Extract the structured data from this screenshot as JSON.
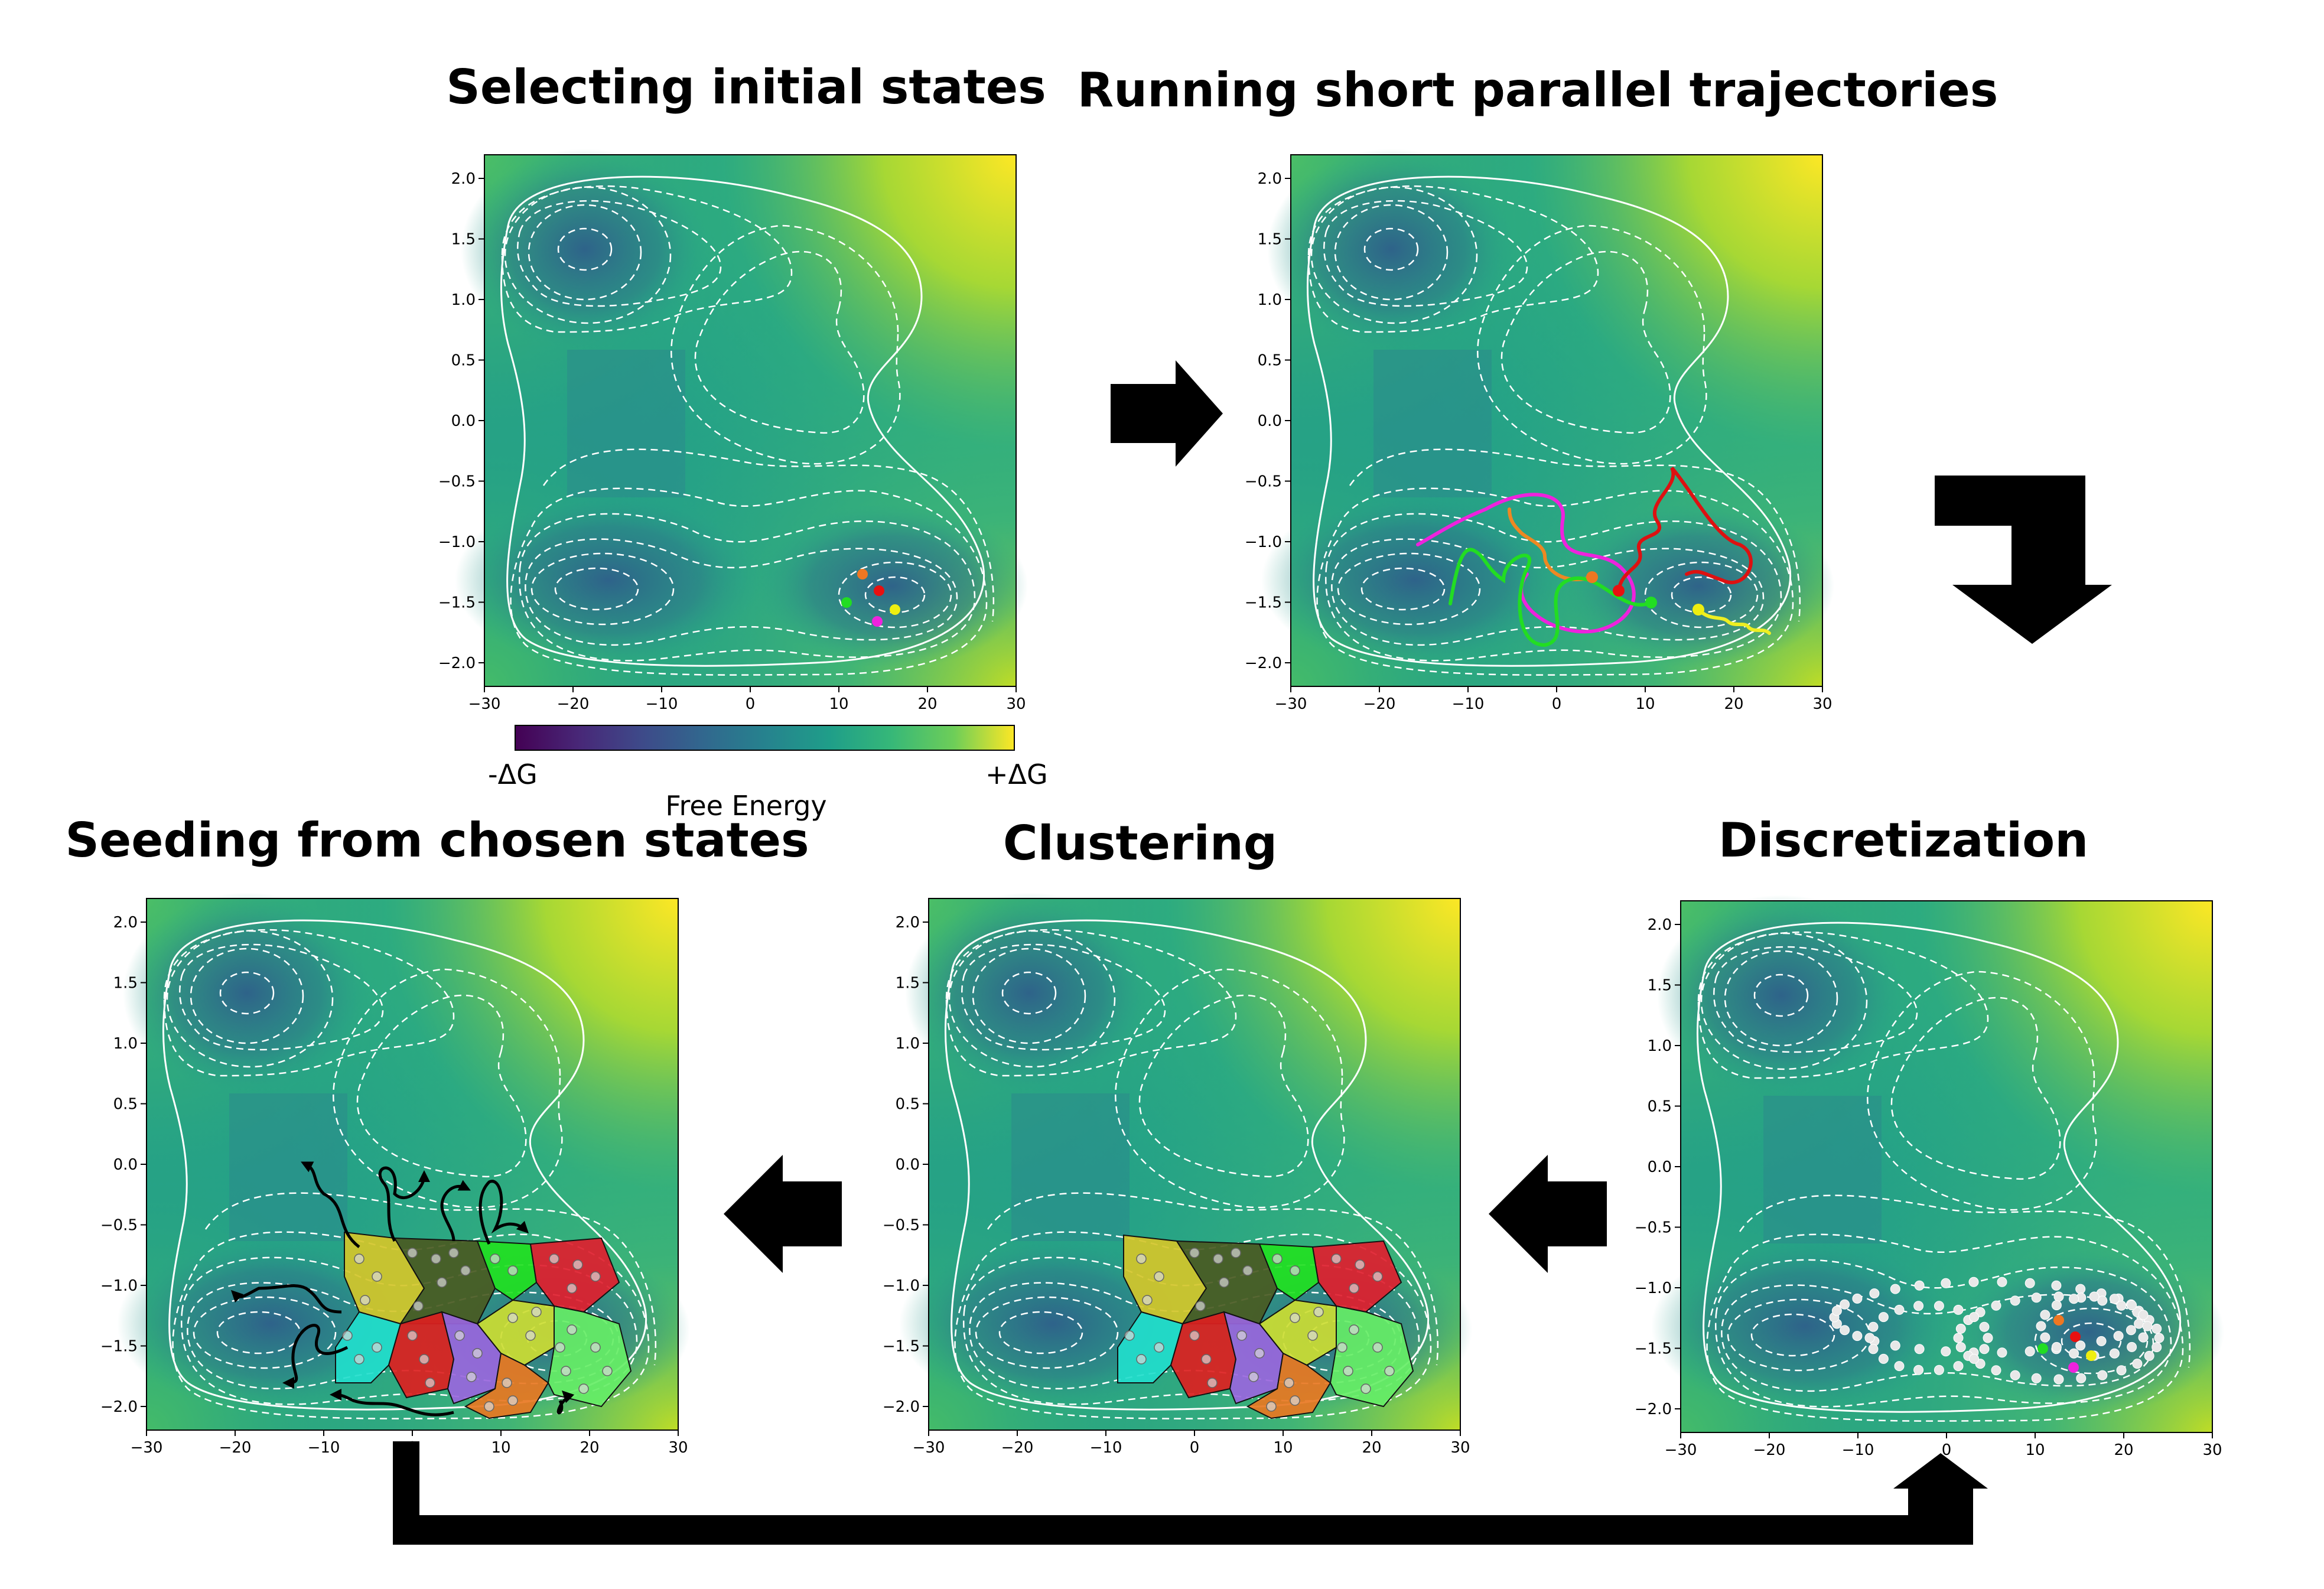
{
  "titles": {
    "selecting": "Selecting initial states",
    "running": "Running short parallel trajectories",
    "seeding": "Seeding from chosen states",
    "clustering": "Clustering",
    "discretization": "Discretization"
  },
  "axes": {
    "x_ticks": [
      "−30",
      "−20",
      "−10",
      "0",
      "10",
      "20",
      "30"
    ],
    "y_ticks": [
      "2.0",
      "1.5",
      "1.0",
      "0.5",
      "0.0",
      "−0.5",
      "−1.0",
      "−1.5",
      "−2.0"
    ]
  },
  "colorbar": {
    "min_label": "-ΔG",
    "max_label": "+ΔG",
    "label": "Free Energy"
  },
  "colors": {
    "seed_orange": "#ee7722",
    "seed_red": "#e81010",
    "seed_green": "#22dd22",
    "seed_yellow": "#eeee10",
    "seed_magenta": "#ee22dd",
    "cluster_yellow": "#d4c62a",
    "cluster_olive": "#4a5a22",
    "cluster_green": "#22e022",
    "cluster_red": "#e01e2e",
    "cluster_cyan": "#22ddcc",
    "cluster_darkred": "#dd2020",
    "cluster_purple": "#9966dd",
    "cluster_lime": "#ccdd33",
    "cluster_orange": "#e87722",
    "cluster_lightgreen": "#66ee66"
  }
}
